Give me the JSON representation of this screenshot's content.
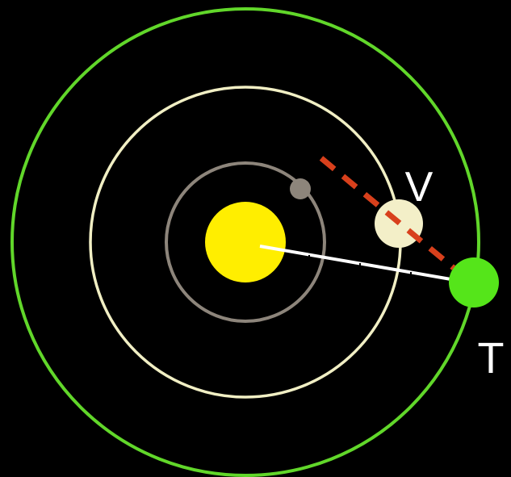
{
  "diagram": {
    "background_color": "#000000",
    "sun": {
      "name": "sun",
      "color": "#ffee00"
    },
    "orbits": [
      {
        "name": "mercury-orbit",
        "color": "#8d857b"
      },
      {
        "name": "venus-orbit",
        "color": "#f1efc4"
      },
      {
        "name": "earth-orbit",
        "color": "#61d72a"
      }
    ],
    "planets": [
      {
        "name": "mercury",
        "color": "#8d857b",
        "label": ""
      },
      {
        "name": "venus",
        "color": "#f3efc8",
        "label": "V"
      },
      {
        "name": "earth",
        "color": "#55e51a",
        "label": "T"
      }
    ],
    "sun_to_earth_line_color": "#ffffff",
    "line_of_sight_color": "#d8401c",
    "labels": {
      "venus": "V",
      "earth": "T"
    }
  }
}
